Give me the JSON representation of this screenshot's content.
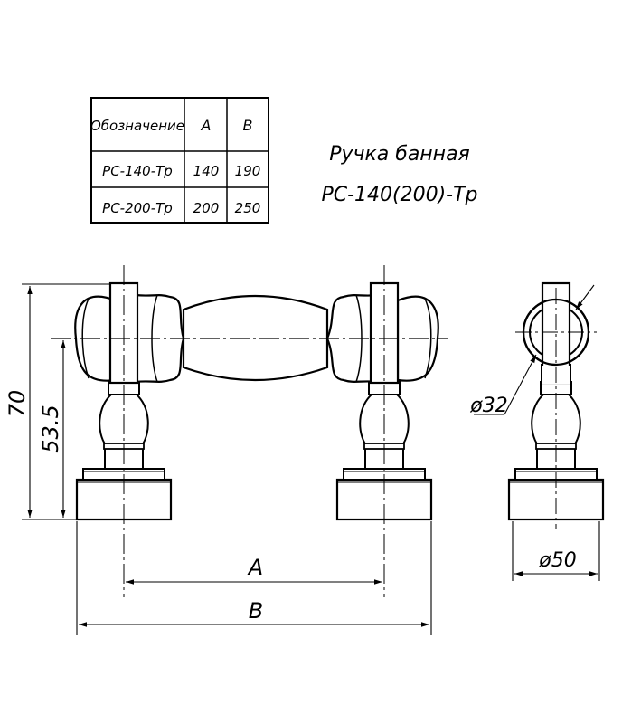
{
  "title": {
    "line1": "Ручка банная",
    "line2": "РС-140(200)-Тр"
  },
  "spec_table": {
    "headers": [
      "Обозначение",
      "А",
      "В"
    ],
    "rows": [
      [
        "РС-140-Тр",
        "140",
        "190"
      ],
      [
        "РС-200-Тр",
        "200",
        "250"
      ]
    ]
  },
  "dimensions": {
    "height_total": "70",
    "height_axis": "53.5",
    "length_a": "A",
    "length_b": "B",
    "tube_diameter": "ø32",
    "base_diameter": "ø50"
  },
  "colors": {
    "line": "#000000",
    "background": "#ffffff"
  }
}
